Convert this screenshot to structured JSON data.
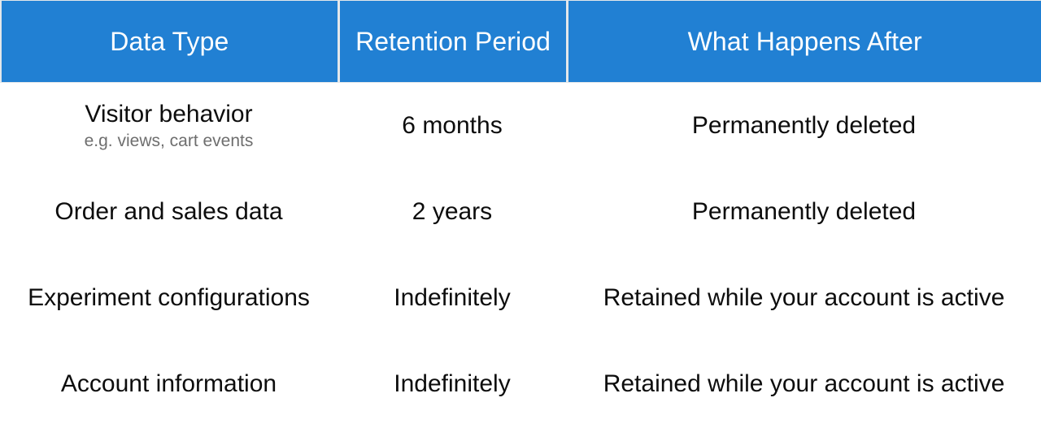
{
  "table": {
    "accent_color": "#2180d3",
    "header_text_color": "#ffffff",
    "body_text_color": "#0d0d0d",
    "subtext_color": "#6e6e6e",
    "background_color": "#ffffff",
    "columns": [
      {
        "label": "Data Type"
      },
      {
        "label": "Retention Period"
      },
      {
        "label": "What Happens After"
      }
    ],
    "rows": [
      {
        "data_type": "Visitor behavior",
        "data_type_note": "e.g. views, cart events",
        "retention_period": "6 months",
        "what_happens_after": "Permanently deleted"
      },
      {
        "data_type": "Order and sales data",
        "data_type_note": "",
        "retention_period": "2 years",
        "what_happens_after": "Permanently deleted"
      },
      {
        "data_type": "Experiment configurations",
        "data_type_note": "",
        "retention_period": "Indefinitely",
        "what_happens_after": "Retained while your account is active"
      },
      {
        "data_type": "Account information",
        "data_type_note": "",
        "retention_period": "Indefinitely",
        "what_happens_after": "Retained while your account is active"
      }
    ]
  }
}
